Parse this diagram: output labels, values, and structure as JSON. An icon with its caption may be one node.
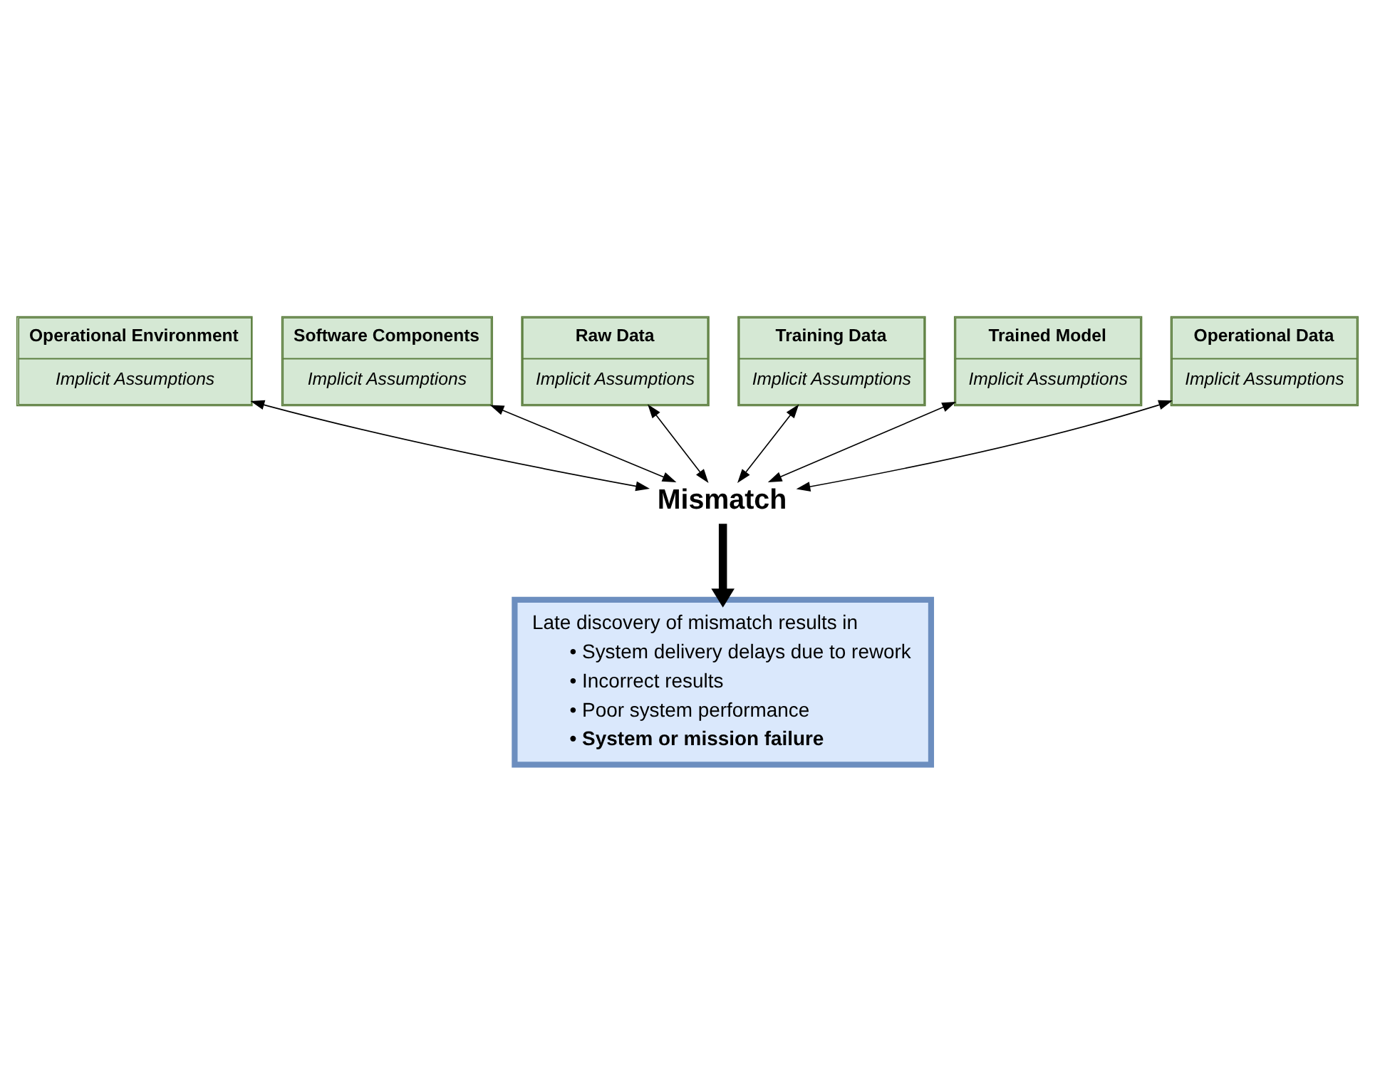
{
  "diagram": {
    "nodes": [
      {
        "text": [
          "Operational Environment",
          "Implicit Assumptions"
        ]
      },
      {
        "text": [
          "Software Components",
          "Implicit Assumptions"
        ]
      },
      {
        "text": [
          "Raw Data",
          "Implicit Assumptions"
        ]
      },
      {
        "text": [
          "Training Data",
          "Implicit Assumptions"
        ]
      },
      {
        "text": [
          "Trained Model",
          "Implicit Assumptions"
        ]
      },
      {
        "text": [
          "Mismatch"
        ]
      },
      {
        "text": [
          "Operational Data",
          "Implicit Assumptions"
        ]
      },
      {
        "text": [
          "Late discovery of mismatch results in",
          "• System delivery delays due to rework",
          "• Incorrect results",
          "• Poor system performance",
          "• System or mission failure"
        ]
      }
    ],
    "edges": [
      {
        "from": 2,
        "to": 5,
        "arrow": "both"
      },
      {
        "from": 4,
        "to": 5,
        "arrow": "both"
      },
      {
        "from": 0,
        "to": 5,
        "arrow": "both"
      },
      {
        "from": 1,
        "to": 5,
        "arrow": "both"
      },
      {
        "from": 3,
        "to": 5,
        "arrow": "both"
      },
      {
        "from": 6,
        "to": 5,
        "arrow": "both"
      },
      {
        "from": 5,
        "to": 7,
        "arrow": "to",
        "style": "thick"
      }
    ]
  }
}
